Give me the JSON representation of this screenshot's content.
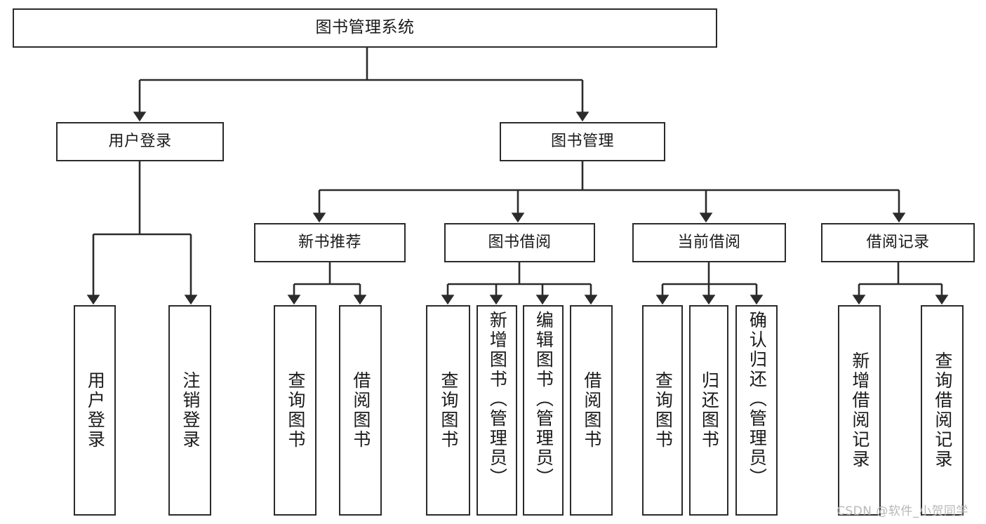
{
  "diagram": {
    "title": "图书管理系统",
    "type": "tree-hierarchy",
    "root": {
      "label": "图书管理系统"
    },
    "level2": [
      {
        "label": "用户登录"
      },
      {
        "label": "图书管理"
      }
    ],
    "level3": [
      {
        "label": "新书推荐"
      },
      {
        "label": "图书借阅"
      },
      {
        "label": "当前借阅"
      },
      {
        "label": "借阅记录"
      }
    ],
    "leaves": [
      {
        "label": "用户登录"
      },
      {
        "label": "注销登录"
      },
      {
        "label": "查询图书"
      },
      {
        "label": "借阅图书"
      },
      {
        "label": "查询图书"
      },
      {
        "label": "新增图书（管理员）"
      },
      {
        "label": "编辑图书（管理员）"
      },
      {
        "label": "借阅图书"
      },
      {
        "label": "查询图书"
      },
      {
        "label": "归还图书"
      },
      {
        "label": "确认归还（管理员）"
      },
      {
        "label": "新增借阅记录"
      },
      {
        "label": "查询借阅记录"
      }
    ]
  },
  "watermark": {
    "text": "CSDN @软件_小贺同学"
  },
  "colors": {
    "stroke": "#2b2b2b",
    "background": "#ffffff",
    "text": "#1a1a1a",
    "watermark": "#b8b8b8"
  }
}
